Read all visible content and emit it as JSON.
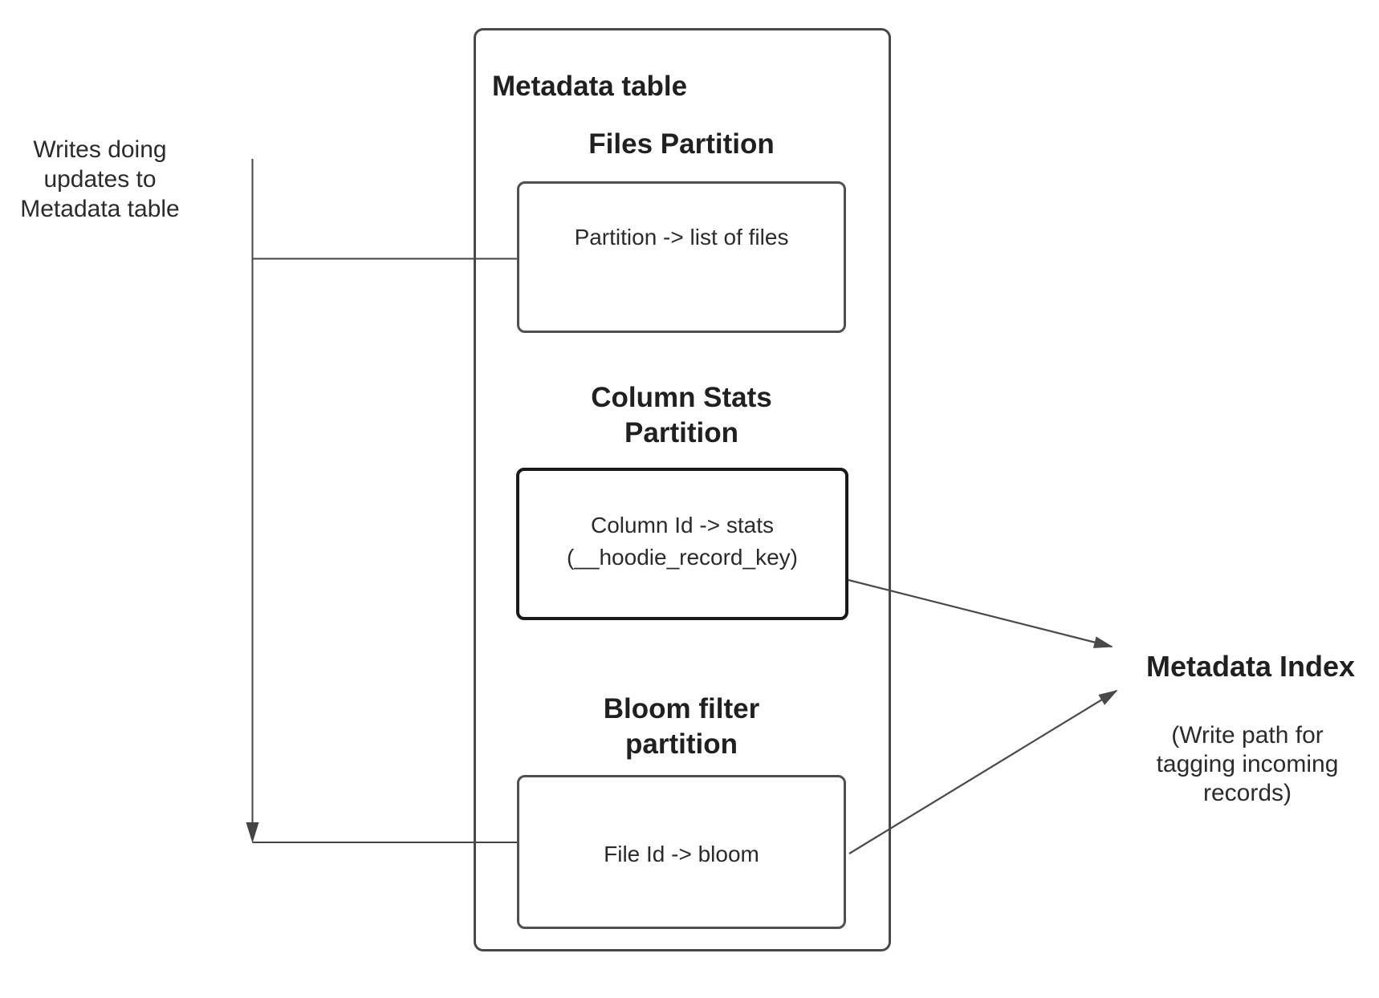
{
  "colors": {
    "background": "#ffffff",
    "line": "#4a4a4a",
    "text": "#2b2b2b",
    "heading_text": "#202020",
    "box_border": "#4f4f4f",
    "stats_box_border": "#191919"
  },
  "writes_note": {
    "text": "Writes doing\nupdates to\nMetadata table"
  },
  "metadata_table": {
    "title": "Metadata table",
    "files_partition": {
      "heading": "Files Partition",
      "body": "Partition -> list of files"
    },
    "column_stats_partition": {
      "heading": "Column Stats\nPartition",
      "body": "Column Id  -> stats\n(__hoodie_record_key)"
    },
    "bloom_filter_partition": {
      "heading": "Bloom filter\npartition",
      "body": "File Id -> bloom"
    }
  },
  "metadata_index": {
    "title": "Metadata Index",
    "subtitle": "(Write path for\ntagging incoming\nrecords)"
  }
}
